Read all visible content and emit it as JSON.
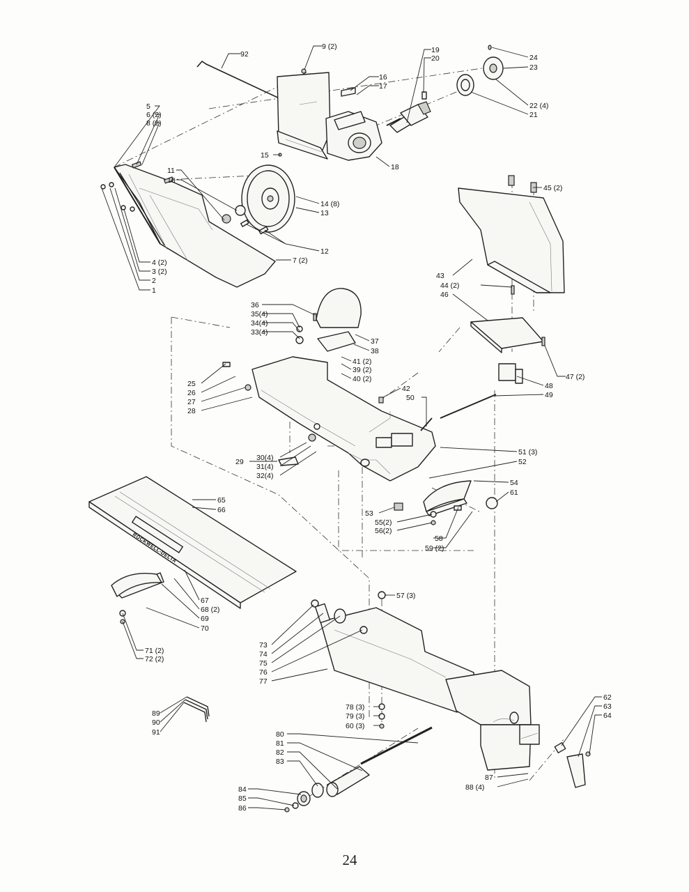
{
  "page_number": "24",
  "brand_plate": "ROCKWELL-DELTA",
  "callouts": [
    {
      "id": "p1",
      "label": "1"
    },
    {
      "id": "p2",
      "label": "2"
    },
    {
      "id": "p3",
      "label": "3 (2)"
    },
    {
      "id": "p4",
      "label": "4 (2)"
    },
    {
      "id": "p5",
      "label": "5"
    },
    {
      "id": "p6",
      "label": "6 (2)"
    },
    {
      "id": "p7",
      "label": "7 (2)"
    },
    {
      "id": "p8",
      "label": "8 (2)"
    },
    {
      "id": "p9",
      "label": "9 (2)"
    },
    {
      "id": "p10",
      "label": "10"
    },
    {
      "id": "p11",
      "label": "11"
    },
    {
      "id": "p12",
      "label": "12"
    },
    {
      "id": "p13",
      "label": "13"
    },
    {
      "id": "p14",
      "label": "14 (8)"
    },
    {
      "id": "p15",
      "label": "15"
    },
    {
      "id": "p16",
      "label": "16"
    },
    {
      "id": "p17",
      "label": "17"
    },
    {
      "id": "p18",
      "label": "18"
    },
    {
      "id": "p19",
      "label": "19"
    },
    {
      "id": "p20",
      "label": "20"
    },
    {
      "id": "p21",
      "label": "21"
    },
    {
      "id": "p22",
      "label": "22 (4)"
    },
    {
      "id": "p23",
      "label": "23"
    },
    {
      "id": "p24",
      "label": "24"
    },
    {
      "id": "p25",
      "label": "25"
    },
    {
      "id": "p26",
      "label": "26"
    },
    {
      "id": "p27",
      "label": "27"
    },
    {
      "id": "p28",
      "label": "28"
    },
    {
      "id": "p29",
      "label": "29"
    },
    {
      "id": "p30",
      "label": "30(4)"
    },
    {
      "id": "p31",
      "label": "31(4)"
    },
    {
      "id": "p32",
      "label": "32(4)"
    },
    {
      "id": "p33",
      "label": "33(4)"
    },
    {
      "id": "p34",
      "label": "34(4)"
    },
    {
      "id": "p35",
      "label": "35(4)"
    },
    {
      "id": "p36",
      "label": "36"
    },
    {
      "id": "p37",
      "label": "37"
    },
    {
      "id": "p38",
      "label": "38"
    },
    {
      "id": "p39",
      "label": "39 (2)"
    },
    {
      "id": "p40",
      "label": "40 (2)"
    },
    {
      "id": "p41",
      "label": "41 (2)"
    },
    {
      "id": "p42",
      "label": "42"
    },
    {
      "id": "p43",
      "label": "43"
    },
    {
      "id": "p44",
      "label": "44 (2)"
    },
    {
      "id": "p45",
      "label": "45 (2)"
    },
    {
      "id": "p46",
      "label": "46"
    },
    {
      "id": "p47",
      "label": "47 (2)"
    },
    {
      "id": "p48",
      "label": "48"
    },
    {
      "id": "p49",
      "label": "49"
    },
    {
      "id": "p50",
      "label": "50"
    },
    {
      "id": "p51",
      "label": "51 (3)"
    },
    {
      "id": "p52",
      "label": "52"
    },
    {
      "id": "p53",
      "label": "53"
    },
    {
      "id": "p54",
      "label": "54"
    },
    {
      "id": "p55",
      "label": "55(2)"
    },
    {
      "id": "p56",
      "label": "56(2)"
    },
    {
      "id": "p57",
      "label": "57 (3)"
    },
    {
      "id": "p58",
      "label": "58"
    },
    {
      "id": "p59",
      "label": "59 (2)"
    },
    {
      "id": "p60",
      "label": "60 (3)"
    },
    {
      "id": "p61",
      "label": "61"
    },
    {
      "id": "p62",
      "label": "62"
    },
    {
      "id": "p63",
      "label": "63"
    },
    {
      "id": "p64",
      "label": "64"
    },
    {
      "id": "p65",
      "label": "65"
    },
    {
      "id": "p66",
      "label": "66"
    },
    {
      "id": "p67",
      "label": "67"
    },
    {
      "id": "p68",
      "label": "68 (2)"
    },
    {
      "id": "p69",
      "label": "69"
    },
    {
      "id": "p70",
      "label": "70"
    },
    {
      "id": "p71",
      "label": "71 (2)"
    },
    {
      "id": "p72",
      "label": "72 (2)"
    },
    {
      "id": "p73",
      "label": "73"
    },
    {
      "id": "p74",
      "label": "74"
    },
    {
      "id": "p75",
      "label": "75"
    },
    {
      "id": "p76",
      "label": "76"
    },
    {
      "id": "p77",
      "label": "77"
    },
    {
      "id": "p78",
      "label": "78 (3)"
    },
    {
      "id": "p79",
      "label": "79 (3)"
    },
    {
      "id": "p80",
      "label": "80"
    },
    {
      "id": "p81",
      "label": "81"
    },
    {
      "id": "p82",
      "label": "82"
    },
    {
      "id": "p83",
      "label": "83"
    },
    {
      "id": "p84",
      "label": "84"
    },
    {
      "id": "p85",
      "label": "85"
    },
    {
      "id": "p86",
      "label": "86"
    },
    {
      "id": "p87",
      "label": "87"
    },
    {
      "id": "p88",
      "label": "88 (4)"
    },
    {
      "id": "p89",
      "label": "89"
    },
    {
      "id": "p90",
      "label": "90"
    },
    {
      "id": "p91",
      "label": "91"
    },
    {
      "id": "p92",
      "label": "92"
    }
  ]
}
